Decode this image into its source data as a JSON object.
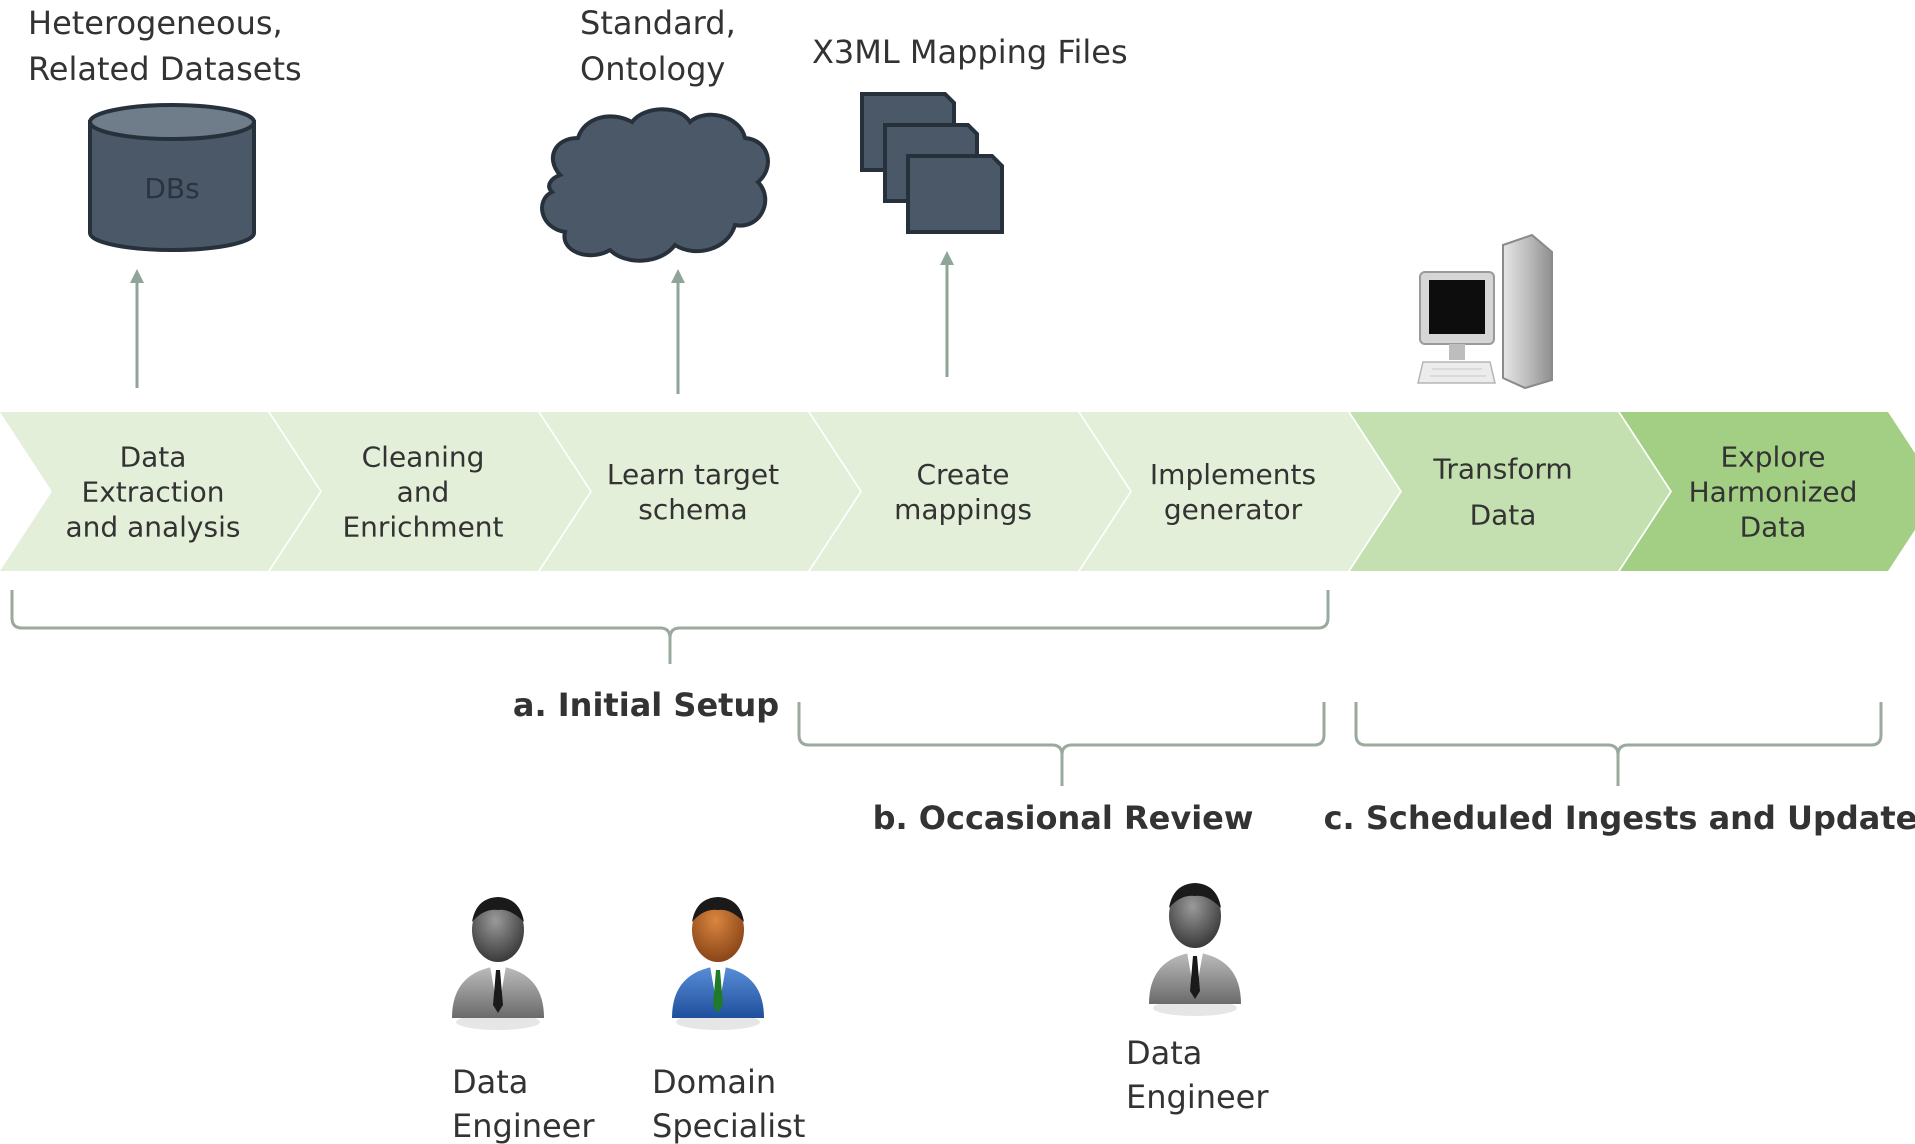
{
  "colors": {
    "step_light": "#e3efd8",
    "step_medium": "#c4e0b0",
    "step_dark": "#a3cf85",
    "arrow": "#8fa59a",
    "brace": "#9aaa9e",
    "icon_dark": "#4b5867",
    "icon_border": "#27313c",
    "text": "#333333"
  },
  "top_labels": {
    "datasets": [
      "Heterogeneous,",
      "Related Datasets"
    ],
    "ontology": [
      "Standard,",
      "Ontology"
    ],
    "mappings": "X3ML Mapping Files"
  },
  "icons": {
    "database": {
      "icon": "database-icon",
      "label": "DBs"
    },
    "cloud": {
      "icon": "cloud-icon"
    },
    "files": {
      "icon": "files-stack-icon"
    },
    "computer": {
      "icon": "desktop-computer-icon"
    }
  },
  "steps": [
    {
      "lines": [
        "Data",
        "Extraction",
        "and analysis"
      ],
      "shade": "light"
    },
    {
      "lines": [
        "Cleaning",
        "and",
        "Enrichment"
      ],
      "shade": "light"
    },
    {
      "lines": [
        "Learn target",
        "schema"
      ],
      "shade": "light"
    },
    {
      "lines": [
        "Create",
        "mappings"
      ],
      "shade": "light"
    },
    {
      "lines": [
        "Implements",
        "generator"
      ],
      "shade": "light"
    },
    {
      "lines": [
        "Transform",
        "Data"
      ],
      "shade": "medium"
    },
    {
      "lines": [
        "Explore",
        "Harmonized",
        "Data"
      ],
      "shade": "dark"
    }
  ],
  "phases": {
    "initial": "a. Initial Setup",
    "review": "b. Occasional Review",
    "scheduled": "c. Scheduled Ingests and Updates"
  },
  "people": [
    {
      "lines": [
        "Data",
        "Engineer"
      ],
      "role": "data-engineer",
      "shirt": "gray"
    },
    {
      "lines": [
        "Domain",
        "Specialist"
      ],
      "role": "domain-specialist",
      "shirt": "blue"
    },
    {
      "lines": [
        "Data",
        "Engineer"
      ],
      "role": "data-engineer",
      "shirt": "gray"
    }
  ]
}
